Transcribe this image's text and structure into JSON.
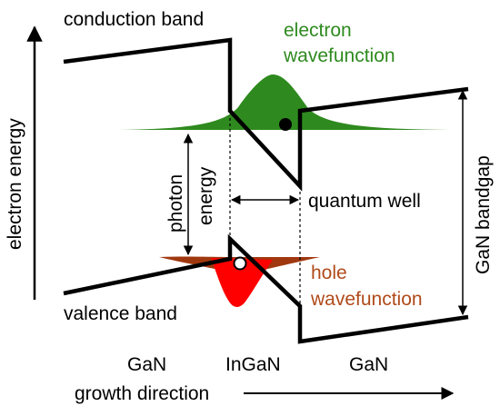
{
  "labels": {
    "conduction_band": "conduction band",
    "electron_wavefunction_line1": "electron",
    "electron_wavefunction_line2": "wavefunction",
    "electron_energy": "electron energy",
    "photon_energy_line1": "photon",
    "photon_energy_line2": "energy",
    "quantum_well": "quantum well",
    "gan_bandgap": "GaN bandgap",
    "hole_wavefunction_line1": "hole",
    "hole_wavefunction_line2": "wavefunction",
    "valence_band": "valence band",
    "region_left": "GaN",
    "region_middle": "InGaN",
    "region_right": "GaN",
    "growth_direction": "growth direction"
  },
  "colors": {
    "electron_wavefunction": "#2e8a1e",
    "hole_wavefunction_fill": "#ff0000",
    "hole_wavefunction_shadow": "#a0380f",
    "electron_label": "#2f8a1f",
    "hole_label": "#b04a1a",
    "band_lines": "#000000"
  }
}
